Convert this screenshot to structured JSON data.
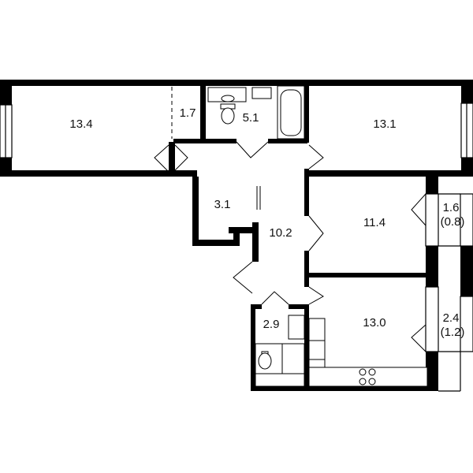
{
  "rooms": [
    {
      "id": "room-living-left",
      "area": "13.4"
    },
    {
      "id": "room-storage-left",
      "area": "1.7"
    },
    {
      "id": "room-bathroom",
      "area": "5.1"
    },
    {
      "id": "room-bedroom-right",
      "area": "13.1"
    },
    {
      "id": "room-closet",
      "area": "3.1"
    },
    {
      "id": "room-hallway",
      "area": "10.2"
    },
    {
      "id": "room-bedroom-mid",
      "area": "11.4"
    },
    {
      "id": "room-balcony-upper",
      "area": "1.6",
      "sub": "(0.8)"
    },
    {
      "id": "room-wc",
      "area": "2.9"
    },
    {
      "id": "room-kitchen",
      "area": "13.0"
    },
    {
      "id": "room-balcony-lower",
      "area": "2.4",
      "sub": "(1.2)"
    }
  ],
  "colors": {
    "wall": "#000000",
    "background": "#ffffff",
    "text": "#111111"
  }
}
